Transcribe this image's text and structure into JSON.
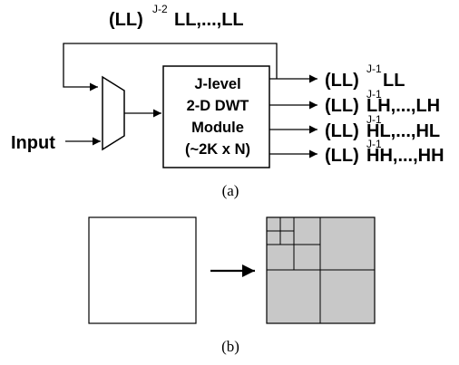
{
  "top_feedback": {
    "base": "(LL)",
    "exp": "J-2",
    "rest": "LL,...,LL"
  },
  "input_label": "Input",
  "module": {
    "line1": "J-level",
    "line2": "2-D DWT",
    "line3": "Module",
    "line4": "(~2K x N)"
  },
  "outputs": [
    {
      "base": "(LL)",
      "exp": "J-1",
      "rest": " LL"
    },
    {
      "base": "(LL)",
      "exp": "J-1",
      "rest": "LH,...,LH"
    },
    {
      "base": "(LL)",
      "exp": "J-1",
      "rest": "HL,...,HL"
    },
    {
      "base": "(LL)",
      "exp": "J-1",
      "rest": "HH,...,HH"
    }
  ],
  "captions": {
    "a": "(a)",
    "b": "(b)"
  }
}
